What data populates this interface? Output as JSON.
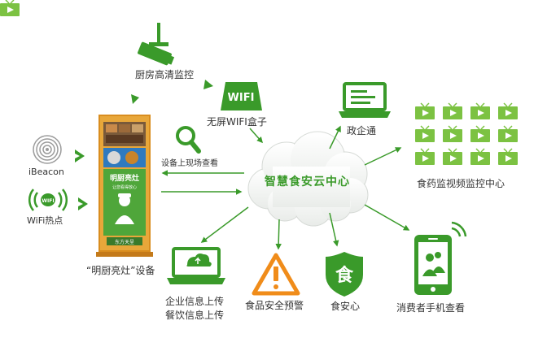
{
  "colors": {
    "green": "#3a9a2a",
    "green_light": "#7cc242",
    "orange": "#f08c1a",
    "gray_icon": "#9b9b9b",
    "text": "#333333"
  },
  "nodes": {
    "camera_label": "厨房高清监控",
    "wifi_box_label": "无屏WIFI盒子",
    "wifi_box_text": "WIFI",
    "cloud_label": "智慧食安云中心",
    "gov_label": "政企通",
    "video_center_label": "食药监视频监控中心",
    "beacon_label": "iBeacon",
    "wifi_hotspot_label": "WiFi热点",
    "wifi_hotspot_badge": "WIFI",
    "onsite_label": "设备上现场查看",
    "device_label": "“明厨亮灶”设备",
    "device_screen_title": "明厨亮灶",
    "device_screen_subtitle": "让您看得放心",
    "device_brand": "东方天呈",
    "upload_line1": "企业信息上传",
    "upload_line2": "餐饮信息上传",
    "warning_label": "食品安全预警",
    "shield_label": "食安心",
    "shield_glyph": "食",
    "phone_label": "消费者手机查看"
  },
  "icons": [
    "camera-icon",
    "wifi-box-icon",
    "search-icon",
    "monitor-icon",
    "video-wall-icon",
    "beacon-icon",
    "wifi-hotspot-icon",
    "upload-laptop-icon",
    "warning-icon",
    "shield-icon",
    "phone-icon",
    "cloud-icon",
    "kiosk-icon"
  ]
}
